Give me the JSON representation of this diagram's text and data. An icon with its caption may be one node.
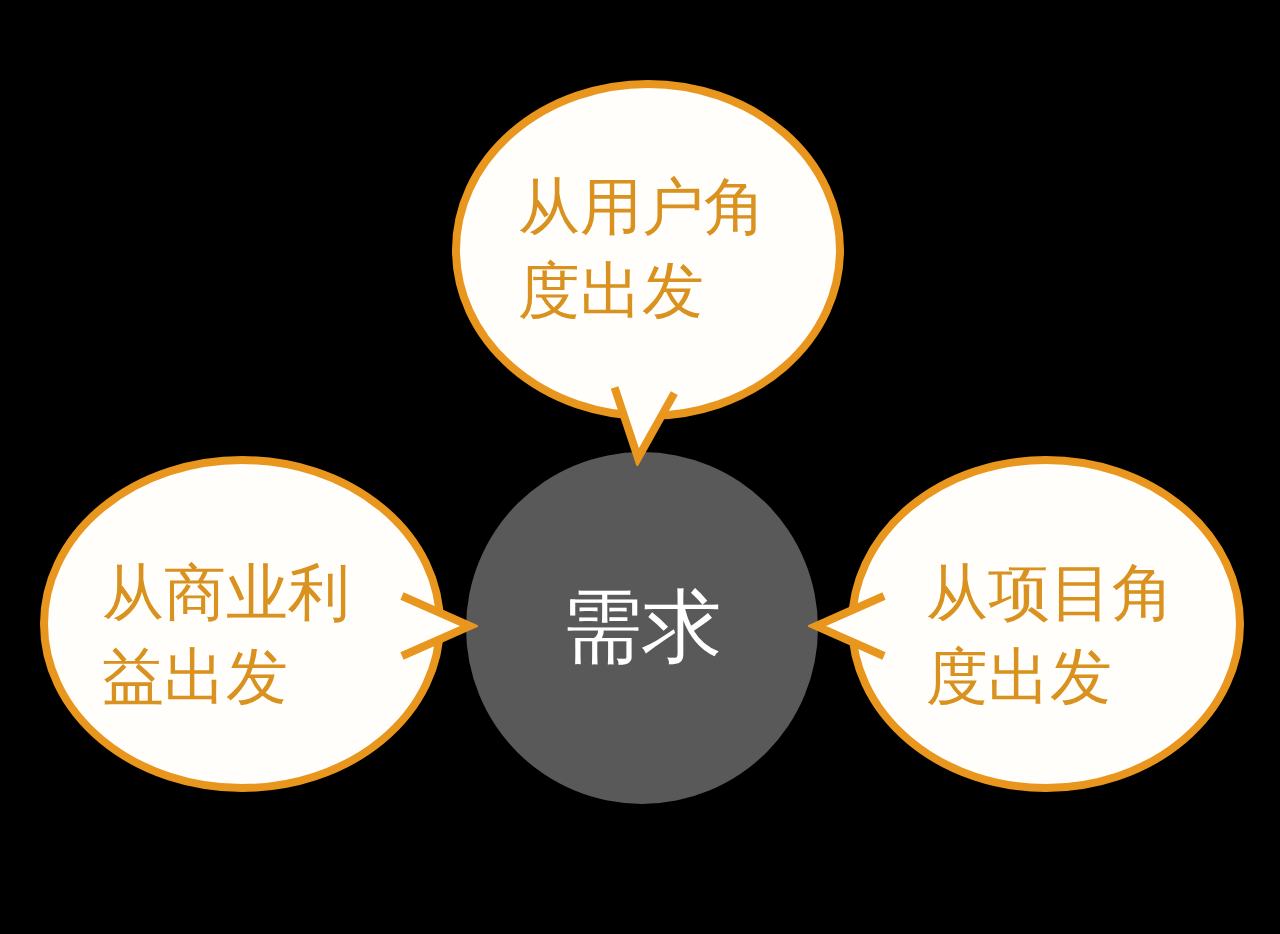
{
  "diagram": {
    "nodes": [
      {
        "text": [
          "从用户角度出发"
        ]
      },
      {
        "text": [
          "从商业利益出发"
        ]
      },
      {
        "text": [
          "需求"
        ]
      },
      {
        "text": [
          "从项目角度出发"
        ]
      }
    ],
    "edges": [
      {
        "from": 0,
        "to": 2,
        "arrow": "to"
      },
      {
        "from": 1,
        "to": 2,
        "arrow": "to"
      },
      {
        "from": 3,
        "to": 2,
        "arrow": "to"
      }
    ]
  }
}
